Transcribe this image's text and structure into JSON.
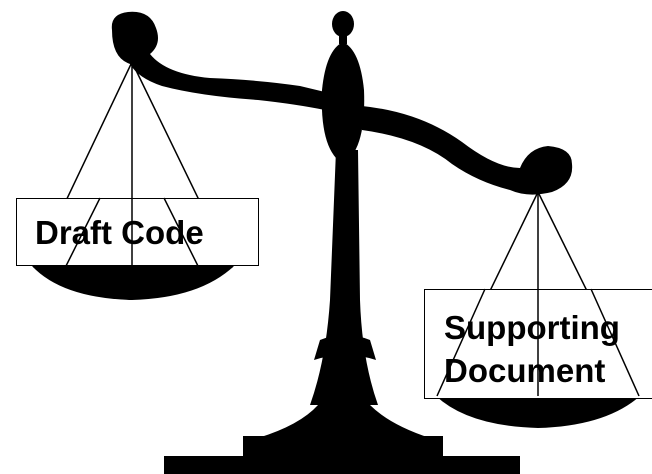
{
  "labels": {
    "left_pan": "Draft Code",
    "right_pan_line1": "Supporting",
    "right_pan_line2": "Document"
  },
  "colors": {
    "silhouette": "#000000",
    "background": "#ffffff"
  }
}
